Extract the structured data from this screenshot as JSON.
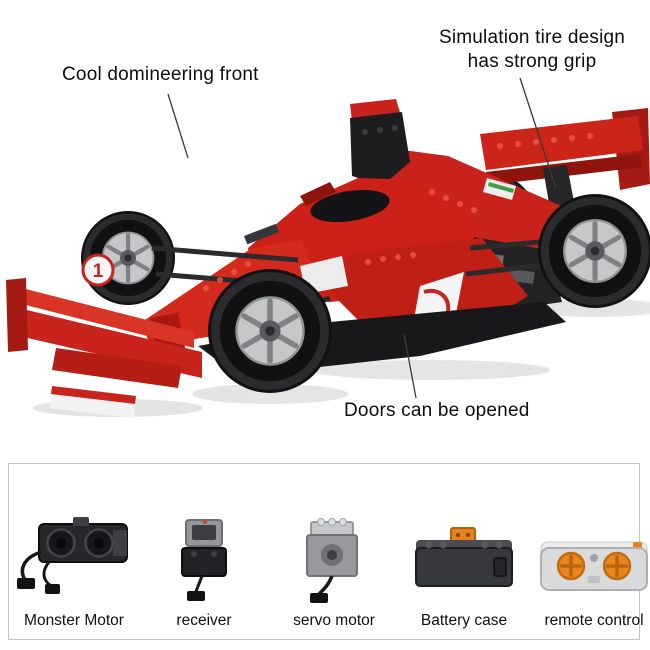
{
  "callouts": {
    "front": {
      "text": "Cool domineering front"
    },
    "tire": {
      "line1": "Simulation tire design",
      "line2": "has strong grip"
    },
    "doors": {
      "text": "Doors can be opened"
    }
  },
  "car": {
    "number": "1"
  },
  "parts_panel": {
    "items": [
      {
        "name": "Monster Motor",
        "icon": "monster-motor-icon"
      },
      {
        "name": "receiver",
        "icon": "receiver-icon"
      },
      {
        "name": "servo motor",
        "icon": "servo-motor-icon"
      },
      {
        "name": "Battery case",
        "icon": "battery-case-icon"
      },
      {
        "name": "remote control",
        "icon": "remote-control-icon"
      }
    ]
  },
  "colors": {
    "car_red": "#c8231c",
    "car_red_dark": "#a51a12",
    "accent_orange": "#e8821e",
    "panel_border": "#c4c4c4",
    "tire_black": "#141414",
    "rim_silver": "#c6c7c9"
  }
}
